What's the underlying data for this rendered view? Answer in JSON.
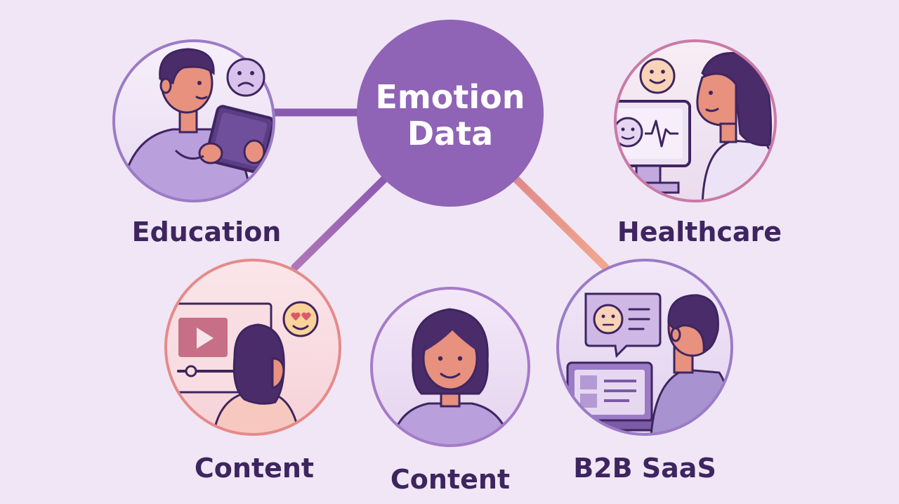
{
  "hub": {
    "line1": "Emotion",
    "line2": "Data",
    "color": "#8f63b5"
  },
  "nodes": [
    {
      "id": "education",
      "label": "Education",
      "icon": "sad-face-icon",
      "scene": "person-with-tablet",
      "border_color": "#9b7bc6"
    },
    {
      "id": "healthcare",
      "label": "Healthcare",
      "icon": "smile-face-icon",
      "scene": "person-viewing-vitals-monitor",
      "border_color": "#c97aa8"
    },
    {
      "id": "content-left",
      "label": "Content",
      "icon": "heart-eyes-face-icon",
      "scene": "person-watching-video",
      "border_color": "#e58a8a"
    },
    {
      "id": "content-center",
      "label": "Content",
      "icon": "",
      "scene": "woman-portrait",
      "border_color": "#a57bc9"
    },
    {
      "id": "b2b-saas",
      "label": "B2B SaaS",
      "icon": "neutral-face-chat-icon",
      "scene": "person-at-laptop",
      "border_color": "#9b7bc6"
    }
  ],
  "colors": {
    "background": "#f1e6f5",
    "purple_line": "#8a5ab0",
    "coral_line": "#e8907a",
    "label_text": "#3e2560"
  }
}
